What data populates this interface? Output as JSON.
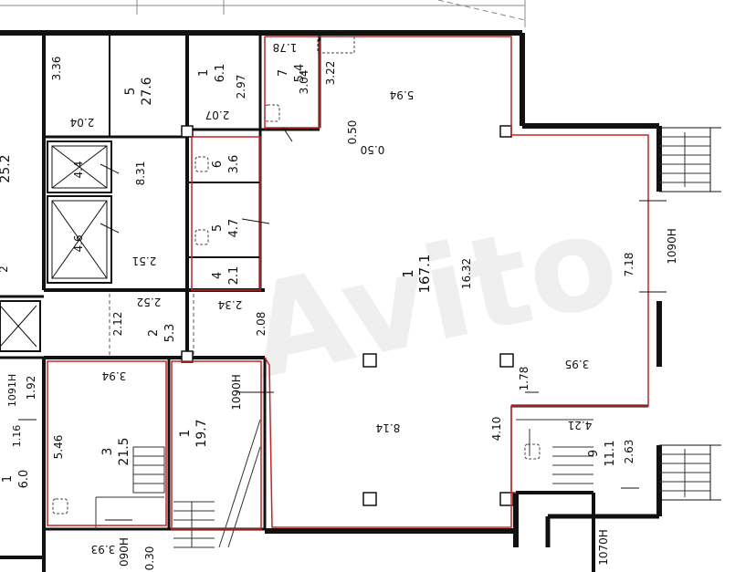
{
  "watermark": "Avito",
  "colors": {
    "wall": "#111111",
    "highlight": "#cc2222",
    "paper": "#ffffff",
    "grid": "#666666"
  },
  "rooms": [
    {
      "id": "room-1-main",
      "number": "1",
      "area": "167.1"
    },
    {
      "id": "room-5-top",
      "number": "5",
      "area": "27.6"
    },
    {
      "id": "room-1-small",
      "number": "1",
      "area": "6.1"
    },
    {
      "id": "room-7",
      "number": "7",
      "area": "5.4"
    },
    {
      "id": "room-6",
      "number": "6",
      "area": "3.6"
    },
    {
      "id": "room-5-wc",
      "number": "5",
      "area": "4.7"
    },
    {
      "id": "room-4",
      "number": "4",
      "area": "2.1"
    },
    {
      "id": "room-2",
      "number": "2",
      "area": "5.3"
    },
    {
      "id": "room-3",
      "number": "3",
      "area": "21.5"
    },
    {
      "id": "room-1-stair",
      "number": "1",
      "area": "19.7"
    },
    {
      "id": "room-9",
      "number": "9",
      "area": "11.1"
    },
    {
      "id": "room-1-left",
      "number": "1",
      "area": "6.0"
    },
    {
      "id": "lift-1",
      "number": "",
      "area": "4.4"
    },
    {
      "id": "lift-2",
      "number": "",
      "area": "4.6"
    }
  ],
  "dimensions": [
    "1.78",
    "5.94",
    "3.22",
    "3.04",
    "2.97",
    "3.36",
    "2.04",
    "2.07",
    "0.50",
    "0.50",
    "8.31",
    "2.51",
    "2.52",
    "2.34",
    "2.12",
    "2.08",
    "16.32",
    "7.18",
    "3.95",
    "1.78",
    "4.10",
    "4.21",
    "2.63",
    "8.14",
    "3.94",
    "5.46",
    "1.92",
    "1.16",
    "3.93",
    "0.30",
    "25.2",
    "2"
  ],
  "openings": [
    "1090Н",
    "1090Н",
    "1091Н",
    "1070Н",
    "090Н"
  ]
}
